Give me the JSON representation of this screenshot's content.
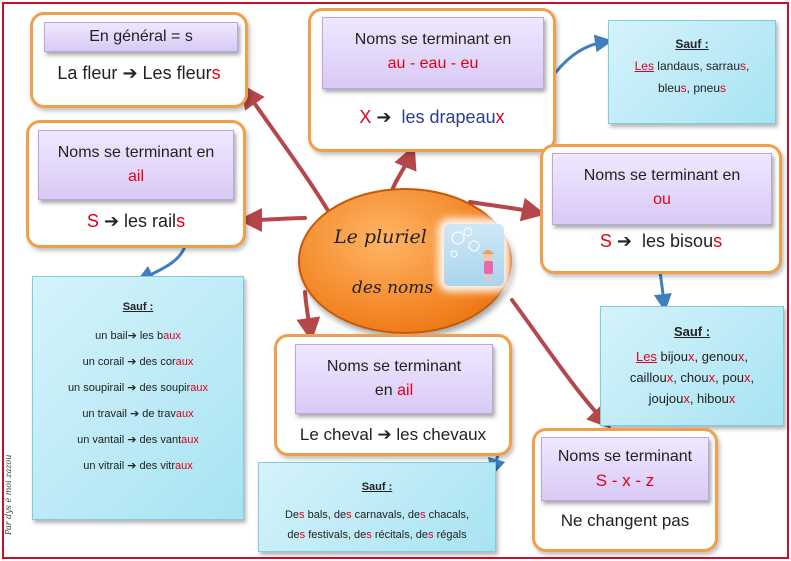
{
  "center": {
    "line1": "Le pluriel",
    "line2": "des noms"
  },
  "general": {
    "header": "En général = s",
    "ex_a": "La fleur ",
    "ex_b": "Les fleur",
    "ex_c": "s"
  },
  "au": {
    "h1": "Noms se terminant en",
    "h2": "au  - eau - eu",
    "ex_a": "X ",
    "ex_b": "les drapeau",
    "ex_c": "x"
  },
  "au_sauf": {
    "title": "Sauf :",
    "l1a": "Les",
    "l1b": " landaus, sarrau",
    "l1c": "s",
    "l1d": ",",
    "l2a": "bleu",
    "l2b": "s",
    "l2c": ", pneu",
    "l2d": "s"
  },
  "ail1": {
    "h1": "Noms se terminant en",
    "h2": "ail",
    "ex_a": "S ",
    "ex_b": "les rail",
    "ex_c": "s"
  },
  "ou": {
    "h1": "Noms se terminant en",
    "h2": "ou",
    "ex_a": "S ",
    "ex_b": "les  bisou",
    "ex_c": "s"
  },
  "ou_sauf": {
    "title": "Sauf :",
    "l1a": "Les",
    "l1b": " bijou",
    "l1c": "x",
    "l1d": ", genou",
    "l1e": "x",
    "l1f": ",",
    "l2a": "caillou",
    "l2b": "x",
    "l2c": ", chou",
    "l2d": "x",
    "l2e": ", pou",
    "l2f": "x",
    "l2g": ",",
    "l3a": "joujou",
    "l3b": "x",
    "l3c": ", hibou",
    "l3d": "x"
  },
  "ail_sauf": {
    "title": "Sauf :",
    "rows": [
      {
        "a": "un bail",
        "b": " les b",
        "c": "aux"
      },
      {
        "a": "un corail ",
        "b": " des cor",
        "c": "aux"
      },
      {
        "a": "un soupirail ",
        "b": " des soupir",
        "c": "aux"
      },
      {
        "a": "un travail ",
        "b": " de trav",
        "c": "aux"
      },
      {
        "a": "un vantail ",
        "b": " des vant",
        "c": "aux"
      },
      {
        "a": "un vitrail ",
        "b": " des vitr",
        "c": "aux"
      }
    ]
  },
  "al": {
    "h1": "Noms se terminant",
    "h2a": "en  ",
    "h2b": "ail",
    "ex_a": "Le cheval ",
    "ex_b": " les chevaux"
  },
  "al_sauf": {
    "title": "Sauf :",
    "l1": [
      [
        "De",
        "k"
      ],
      [
        "s",
        "r"
      ],
      [
        " bals, de",
        "k"
      ],
      [
        "s",
        "r"
      ],
      [
        " carnavals, de",
        "k"
      ],
      [
        "s",
        "r"
      ],
      [
        " chacals,",
        "k"
      ]
    ],
    "l2": [
      [
        "de",
        "k"
      ],
      [
        "s",
        "r"
      ],
      [
        " festivals, de",
        "k"
      ],
      [
        "s",
        "r"
      ],
      [
        " récitals, de",
        "k"
      ],
      [
        "s",
        "r"
      ],
      [
        " régals",
        "k"
      ]
    ]
  },
  "sxz": {
    "h1": "Noms se terminant",
    "h2": "S -  x  - z",
    "ex": "Ne changent pas"
  },
  "credit": "Par dys é moi zazou",
  "arrow_glyph": "➔",
  "colors": {
    "red": "#e0001a",
    "orange_border": "#f0a04a",
    "arrow_red": "#b5474a",
    "arrow_blue": "#3f7fbf"
  }
}
